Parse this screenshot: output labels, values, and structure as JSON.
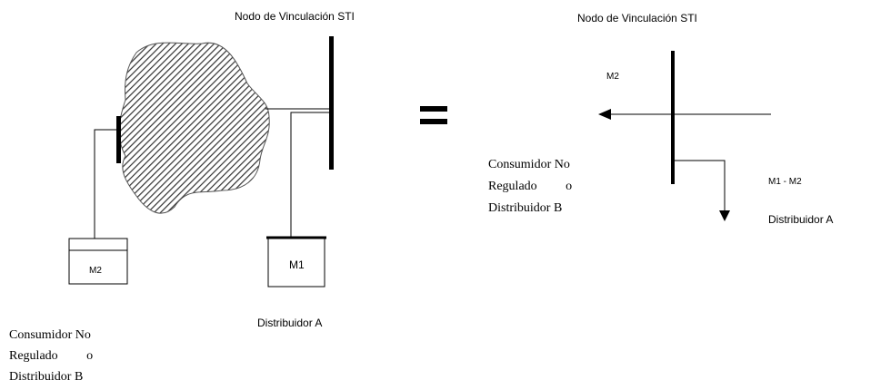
{
  "left": {
    "node_title": "Nodo de Vinculación STI",
    "meter_m2": "M2",
    "meter_m1": "M1",
    "consumer_label": [
      "Consumidor  No",
      "Regulado         o",
      "Distribuidor B"
    ],
    "distributor_a": "Distribuidor A"
  },
  "equals_sign": "=",
  "right": {
    "node_title": "Nodo de Vinculación STI",
    "flow_m2": "M2",
    "flow_m1_m2": "M1 - M2",
    "consumer_label": [
      "Consumidor  No",
      "Regulado         o",
      "Distribuidor B"
    ],
    "distributor_a": "Distribuidor A"
  },
  "colors": {
    "ink": "#000000",
    "hatch": "#333333",
    "background": "#ffffff"
  }
}
